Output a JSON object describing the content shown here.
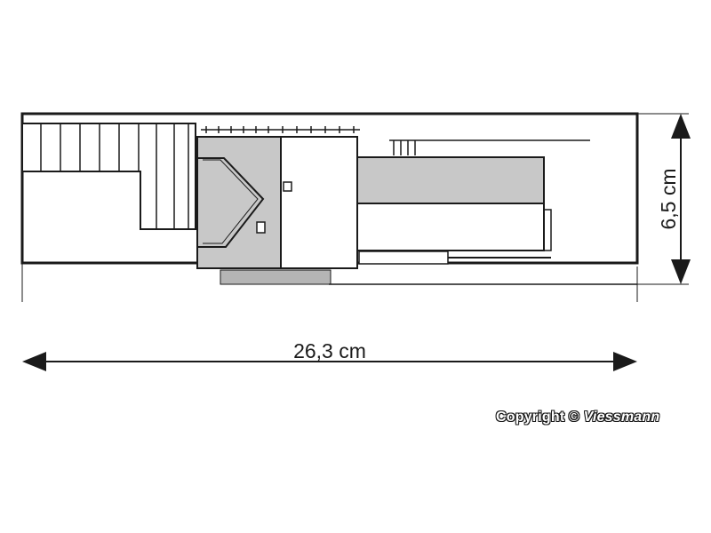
{
  "diagram": {
    "width_label": "26,3 cm",
    "depth_label": "6,5 cm"
  },
  "copyright": {
    "prefix": "Copyright ©",
    "brand": "Viessmann"
  },
  "colors": {
    "line": "#1a1a1a",
    "roof_grey": "#c8c8c8",
    "shadow_grey": "#b5b5b5",
    "background": "#ffffff"
  }
}
